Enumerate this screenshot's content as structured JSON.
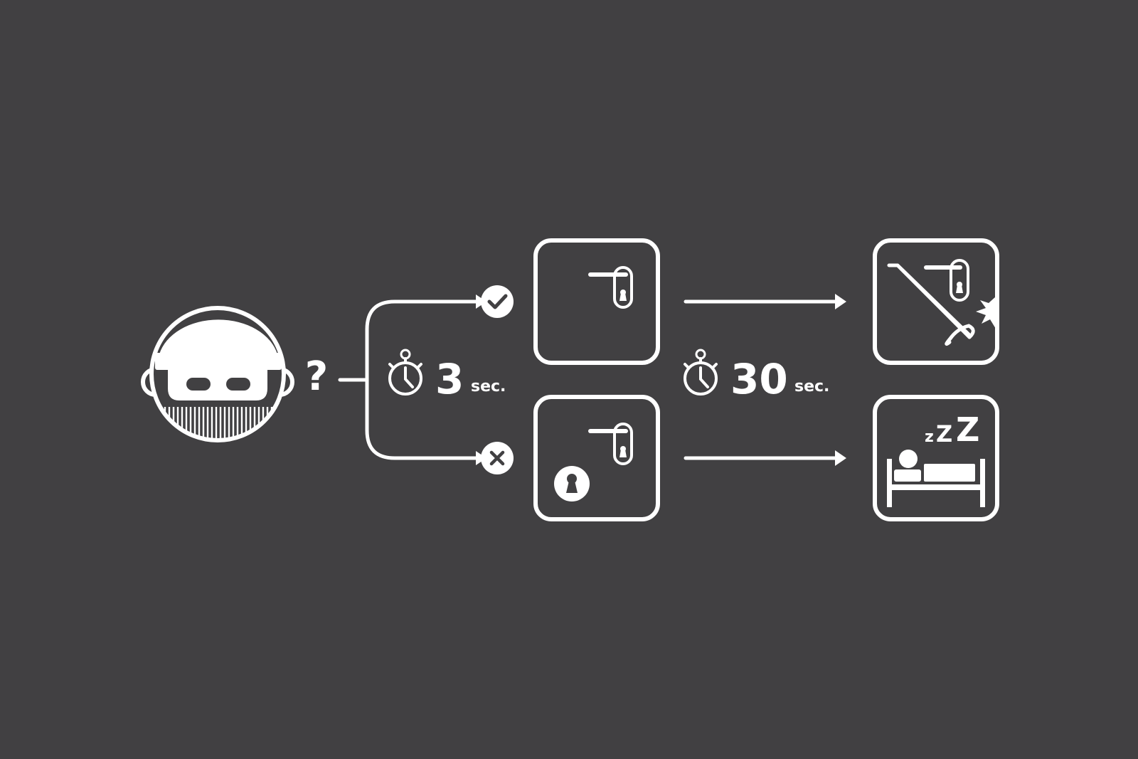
{
  "colors": {
    "background": "#414042",
    "foreground": "#ffffff"
  },
  "actor": {
    "icon": "burglar-icon",
    "question_mark": "?"
  },
  "timers": [
    {
      "icon": "stopwatch-icon",
      "value": "3",
      "unit": "sec."
    },
    {
      "icon": "stopwatch-icon",
      "value": "30",
      "unit": "sec."
    }
  ],
  "outcomes": {
    "success": {
      "status_icon": "check-icon",
      "door_icon": "door-handle-icon",
      "result_icon": "door-breaking-open-icon"
    },
    "failure": {
      "status_icon": "cross-icon",
      "door_icon": "locked-door-handle-icon",
      "lock_icon": "keyhole-lock-icon",
      "result_icon": "sleeping-in-bed-icon"
    }
  },
  "sleep": {
    "z_small": "z",
    "z_medium": "Z",
    "z_large": "Z"
  }
}
